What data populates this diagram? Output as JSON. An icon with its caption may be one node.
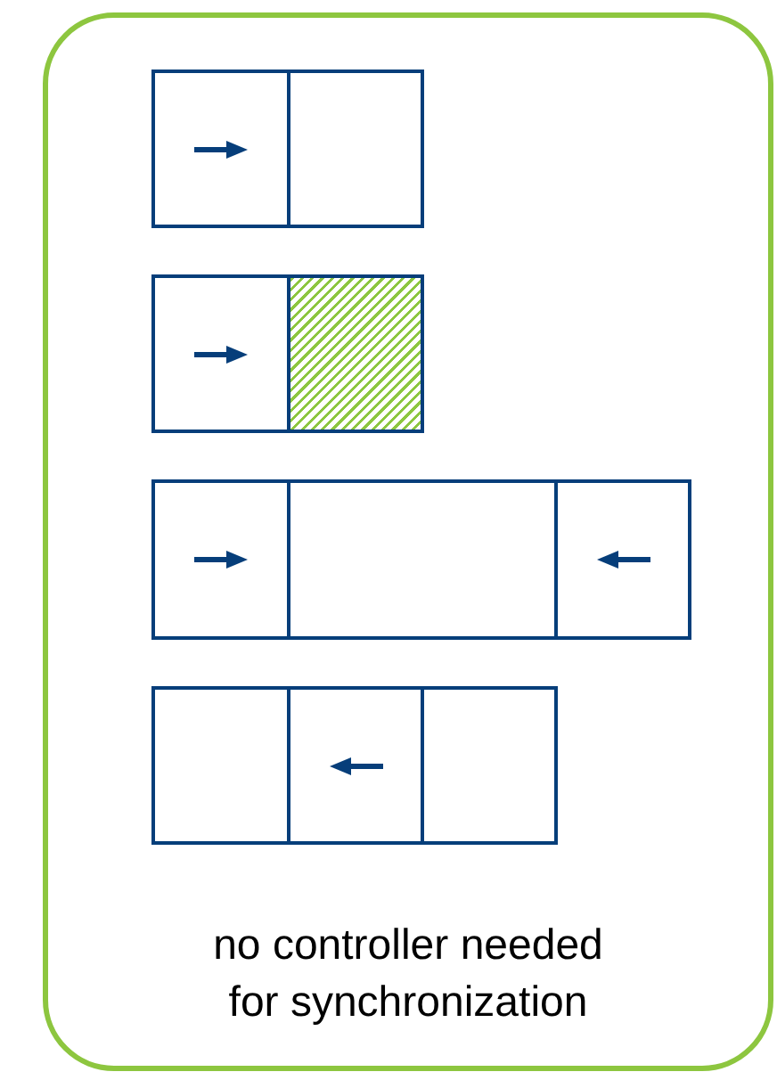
{
  "diagram": {
    "nodes": [
      {
        "text": [
          "no controller needed for synchronization"
        ]
      },
      {
        "text": [],
        "shape": "box",
        "in": 0
      },
      {
        "text": [],
        "shape": "box",
        "in": 0
      },
      {
        "text": [],
        "shape": "box",
        "in": 0
      },
      {
        "text": [],
        "shape": "box",
        "in": 0
      },
      {
        "text": [],
        "shape": "box",
        "in": 0
      },
      {
        "text": [],
        "shape": "box",
        "in": 0
      },
      {
        "text": [],
        "shape": "box",
        "in": 0
      },
      {
        "text": [],
        "shape": "box",
        "in": 0
      },
      {
        "text": [],
        "shape": "box",
        "in": 0
      },
      {
        "text": [],
        "shape": "box",
        "in": 0
      }
    ]
  }
}
